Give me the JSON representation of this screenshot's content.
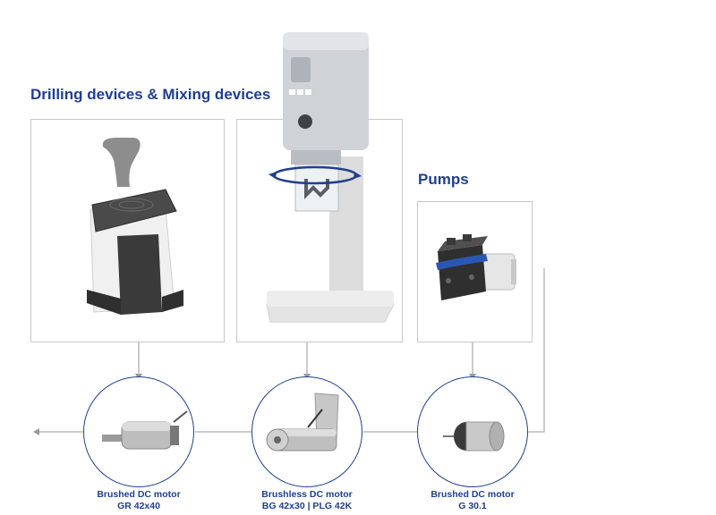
{
  "headings": {
    "drilling_mixing": "Drilling devices & Mixing devices",
    "pumps": "Pumps"
  },
  "motors": [
    {
      "line1": "Brushed DC motor",
      "line2": "GR 42x40"
    },
    {
      "line1": "Brushless DC motor",
      "line2": "BG 42x30 | PLG 42K"
    },
    {
      "line1": "Brushed DC motor",
      "line2": "G 30.1"
    }
  ],
  "colors": {
    "brand": "#1f3f8f",
    "connector": "#9a9a9a",
    "box_border": "#c8c8c8"
  }
}
